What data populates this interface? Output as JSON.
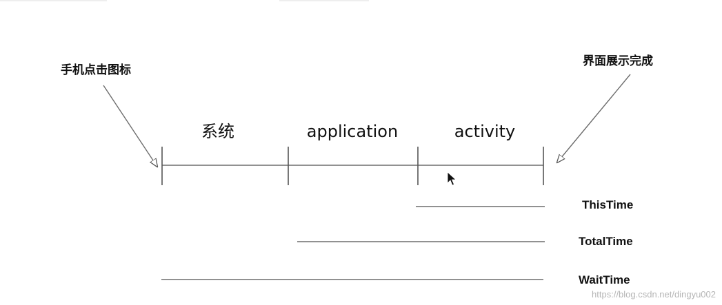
{
  "annotations": {
    "start": "手机点击图标",
    "end": "界面展示完成"
  },
  "phases": [
    {
      "label": "系统"
    },
    {
      "label": "application"
    },
    {
      "label": "activity"
    }
  ],
  "metrics": [
    {
      "label": "ThisTime"
    },
    {
      "label": "TotalTime"
    },
    {
      "label": "WaitTime"
    }
  ],
  "watermark": "https://blog.csdn.net/dingyu002"
}
